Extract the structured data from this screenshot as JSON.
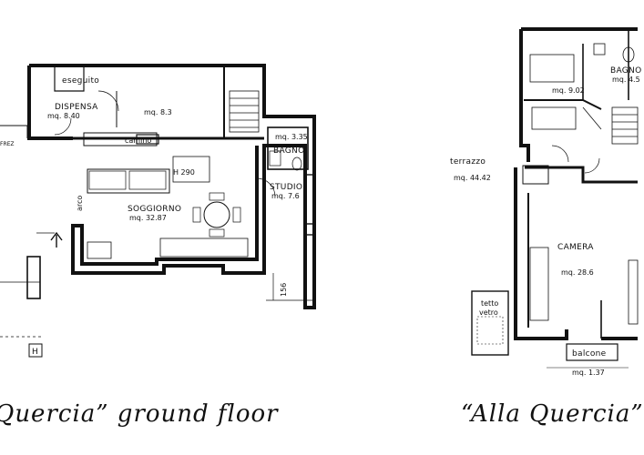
{
  "ground_floor": {
    "caption": "Quercia” ground floor",
    "rooms": {
      "dispensa": {
        "name": "DISPENSA",
        "area": "mq. 8.40"
      },
      "kitchen": {
        "area": "mq. 8.3"
      },
      "soggiorno": {
        "name": "SOGGIORNO",
        "area": "mq. 32.87"
      },
      "bagno": {
        "name": "BAGNO",
        "area": "mq. 3.35"
      },
      "studio": {
        "name": "STUDIO",
        "area": "mq. 7.6"
      }
    },
    "annotations": {
      "eseguito": "eseguito",
      "camino": "camino",
      "height": "H 290",
      "arco": "arco",
      "dimension": "156",
      "h_marker": "H",
      "frez": "FREZ"
    }
  },
  "first_floor": {
    "caption": "“Alla Quercia”",
    "rooms": {
      "bedroom_small": {
        "area": "mq. 9.02"
      },
      "bagno": {
        "name": "BAGNO",
        "area": "mq. 4.5"
      },
      "terrazzo": {
        "name": "terrazzo",
        "area": "mq. 44.42"
      },
      "camera": {
        "name": "CAMERA",
        "area": "mq. 28.6"
      },
      "tetto_vetro": {
        "line1": "tetto",
        "line2": "vetro"
      },
      "balcone": {
        "name": "balcone",
        "area": "mq. 1.37"
      }
    }
  }
}
